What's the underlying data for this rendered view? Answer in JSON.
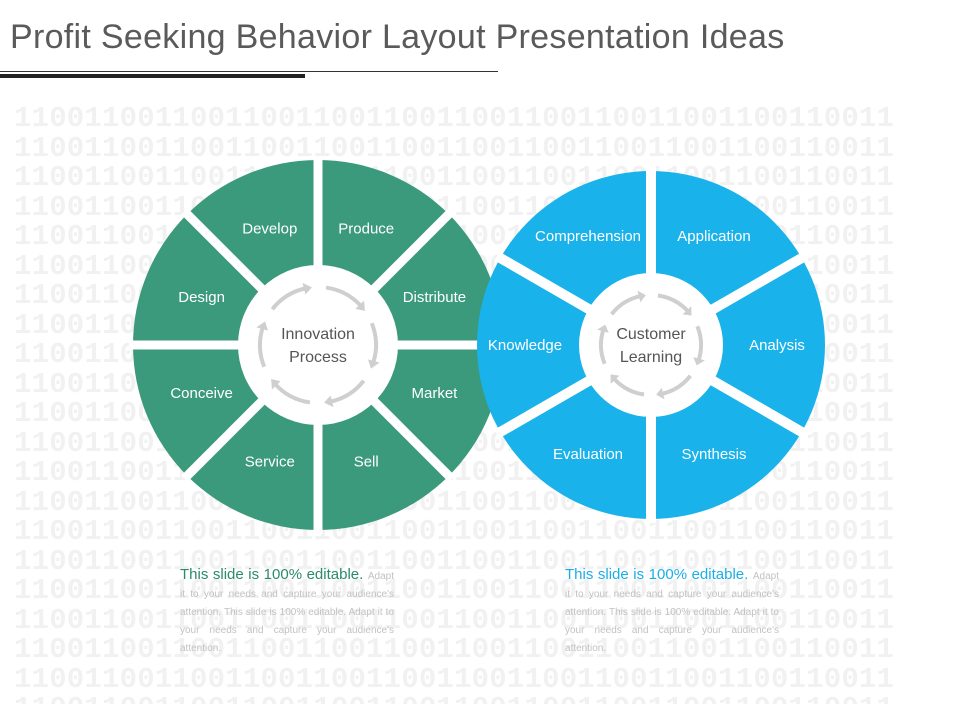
{
  "title": "Profit Seeking Behavior Layout Presentation Ideas",
  "background_pattern": "11001100110011001100110011001100110011001100110011",
  "colors": {
    "green": "#3b9a7c",
    "blue": "#1ab2ea",
    "arrow": "#cfcfcf",
    "center_text": "#555555"
  },
  "left_wheel": {
    "center": "Innovation Process",
    "segments": [
      "Produce",
      "Distribute",
      "Market",
      "Sell",
      "Service",
      "Conceive",
      "Design",
      "Develop"
    ]
  },
  "right_wheel": {
    "center": "Customer Learning",
    "segments": [
      "Application",
      "Analysis",
      "Synthesis",
      "Evaluation",
      "Knowledge",
      "Comprehension"
    ]
  },
  "captions": [
    {
      "heading": "This slide is 100% editable.",
      "body": "Adapt it to your needs and capture your audience's attention. This slide is 100% editable. Adapt it to your needs and capture your audience's attention."
    },
    {
      "heading": "This slide is 100% editable.",
      "body": "Adapt it to your needs and capture your audience's attention. This slide is 100% editable. Adapt it to your needs and capture your audience's attention."
    }
  ]
}
